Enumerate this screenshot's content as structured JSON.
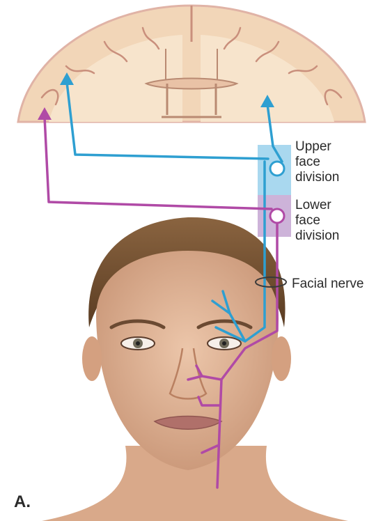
{
  "labels": {
    "upper": "Upper\nface\ndivision",
    "lower": "Lower\nface\ndivision",
    "nerve": "Facial nerve",
    "panel": "A."
  },
  "colors": {
    "upper_pathway": "#2e9fd1",
    "lower_pathway": "#b04aa6",
    "upper_nucleus_box": "#a9d8ef",
    "lower_nucleus_box": "#cdb3d9",
    "cortex": "#f2d6b8",
    "brain_outline": "#e3b9b0",
    "skin": "#e2b79a",
    "hair": "#7a5433"
  }
}
